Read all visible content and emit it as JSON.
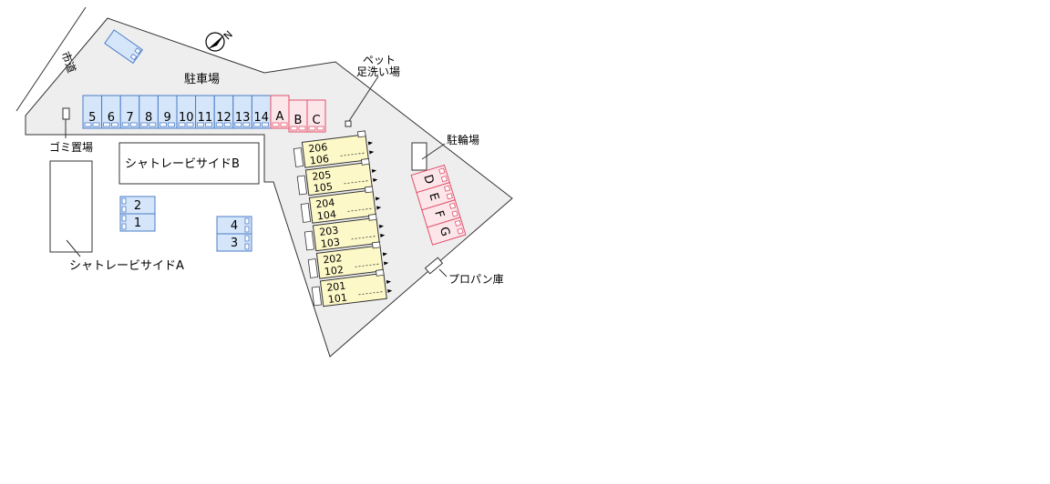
{
  "map": {
    "labels": {
      "parking": "駐車場",
      "city_road": "市道",
      "garbage": "ゴミ置場",
      "pet_wash_line1": "ペット",
      "pet_wash_line2": "足洗い場",
      "bicycle": "駐輪場",
      "propane": "プロパン庫",
      "building_b": "シャトレービサイドB",
      "building_a": "シャトレービサイドA"
    },
    "parking_blue_row": [
      "5",
      "6",
      "7",
      "8",
      "9",
      "10",
      "11",
      "12",
      "13",
      "14"
    ],
    "parking_red_row": [
      "A",
      "B",
      "C"
    ],
    "parking_blue_pair_left": [
      "2",
      "1"
    ],
    "parking_blue_pair_right": [
      "4",
      "3"
    ],
    "parking_red_diag": [
      "D",
      "E",
      "F",
      "G"
    ],
    "units": [
      {
        "upper": "206",
        "lower": "106"
      },
      {
        "upper": "205",
        "lower": "105"
      },
      {
        "upper": "204",
        "lower": "104"
      },
      {
        "upper": "203",
        "lower": "103"
      },
      {
        "upper": "202",
        "lower": "102"
      },
      {
        "upper": "201",
        "lower": "101"
      }
    ],
    "colors": {
      "lot": "#eeeeee",
      "blue_slot": "#d6e6fa",
      "blue_edge": "#4a7cc7",
      "red_slot": "#fde6ea",
      "red_edge": "#e0506a",
      "unit_fill": "#fdf8c8",
      "unit_edge": "#333333"
    },
    "compass": "north-arrow-icon"
  }
}
